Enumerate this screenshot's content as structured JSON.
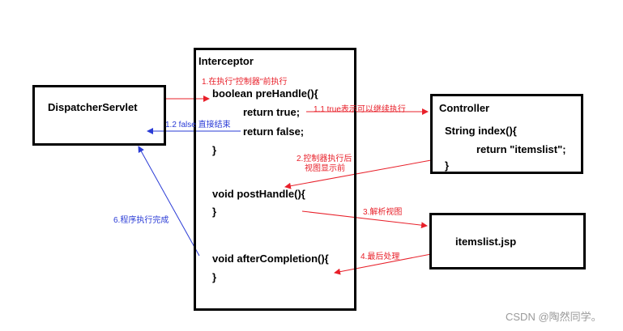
{
  "dispatcher": {
    "label": "DispatcherServlet"
  },
  "interceptor": {
    "title": "Interceptor",
    "note_before": "1.在执行\"控制器\"前执行",
    "pre_sig": "boolean preHandle(){",
    "return_true": "return true;",
    "return_false": "return false;",
    "pre_close": "}",
    "post_sig": "void postHandle(){",
    "post_close": "}",
    "after_sig": "void afterCompletion(){",
    "after_close": "}"
  },
  "controller": {
    "title": "Controller",
    "sig": "String index(){",
    "ret": "return \"itemslist\";",
    "close": "}"
  },
  "jsp": {
    "label": "itemslist.jsp"
  },
  "arrows": {
    "a11": "1.1 true表示可以继续执行",
    "a12": "1.2 false 直接结束",
    "a2_line1": "2.控制器执行后",
    "a2_line2": "视图显示前",
    "a3": "3.解析视图",
    "a4": "4.最后处理",
    "a6": "6.程序执行完成"
  },
  "watermark": "CSDN @陶然同学。",
  "colors": {
    "red": "#e8202a",
    "blue": "#2a3bd6",
    "black": "#000000"
  }
}
